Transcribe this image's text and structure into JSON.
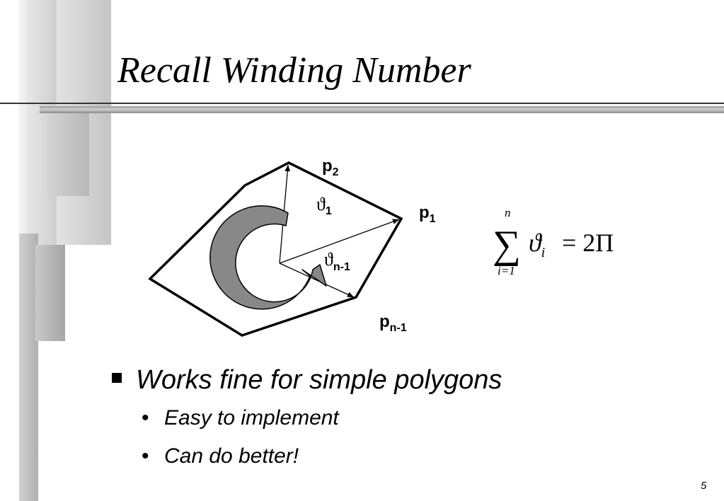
{
  "slide": {
    "title": "Recall Winding Number",
    "page_number": "5"
  },
  "diagram": {
    "vertex_labels": {
      "p2_base": "p",
      "p2_sub": "2",
      "p1_base": "p",
      "p1_sub": "1",
      "pn1_base": "p",
      "pn1_sub": "n-1"
    },
    "angle_labels": {
      "theta1_base": "ϑ",
      "theta1_sub": "1",
      "thetan1_base": "ϑ",
      "thetan1_sub": "n-1"
    },
    "formula": {
      "sum_symbol": "∑",
      "upper": "n",
      "lower": "i=1",
      "term": "ϑ",
      "term_sub": "i",
      "rhs": "= 2Π"
    }
  },
  "bullets": {
    "main": "Works fine for simple polygons",
    "sub": [
      "Easy to implement",
      "Can do better!"
    ],
    "sub_marker": "•"
  },
  "colors": {
    "arrow_fill": "#888888",
    "polygon_stroke": "#000000"
  }
}
